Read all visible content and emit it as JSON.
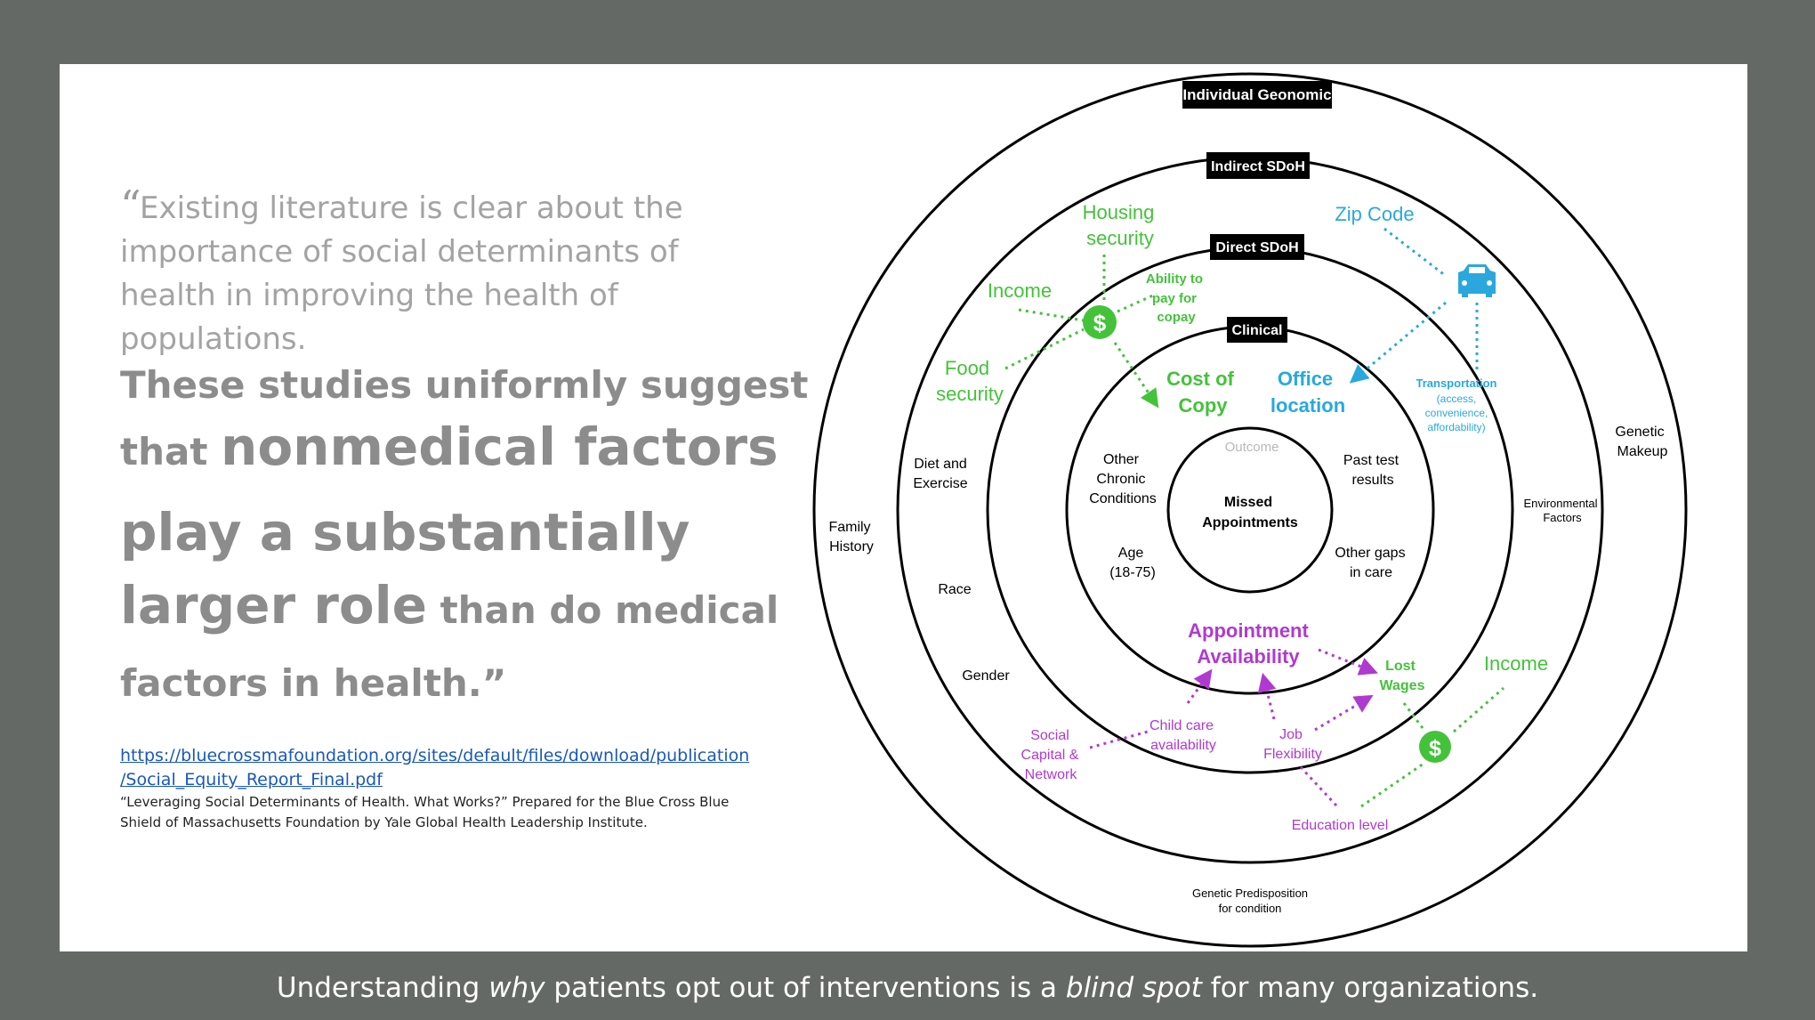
{
  "quote": {
    "open_mark": "“",
    "para1": "Existing literature is clear about the importance of social determinants of health in improving the health of populations.",
    "line1": "These studies uniformly suggest",
    "line2_small": "that ",
    "line2_big": "nonmedical factors",
    "line3": "play a substantially",
    "line4_big": "larger role",
    "line4_small": " than do medical",
    "line5": "factors in health.”"
  },
  "link": {
    "line1": "https://bluecrossmafoundation.org/sites/default/files/download/publication",
    "line2": "/Social_Equity_Report_Final.pdf"
  },
  "citation": {
    "quoted_title": "“Leveraging Social Determinants of Health. What Works?”",
    "rest": " Prepared for the Blue Cross Blue Shield of Massachusetts Foundation by Yale Global Health Leadership Institute."
  },
  "caption": {
    "part1": "Understanding ",
    "em1": "why",
    "part2": " patients opt out of interventions is a ",
    "em2": "blind spot",
    "part3": " for many organizations."
  },
  "diagram": {
    "ring_tags": {
      "individual": "Individual  Geonomic",
      "indirect": "Indirect SDoH",
      "direct": "Direct SDoH",
      "clinical": "Clinical"
    },
    "center": {
      "outcome_label": "Outcome",
      "line1": "Missed",
      "line2": "Appointments"
    },
    "clinical": {
      "other_chronic": [
        "Other",
        "Chronic",
        "Conditions"
      ],
      "past_test": [
        "Past test",
        "results"
      ],
      "age": [
        "Age",
        "(18-75)"
      ],
      "other_gaps": [
        "Other gaps",
        "in care"
      ],
      "cost_of_copy": [
        "Cost of",
        "Copy"
      ],
      "office_location": [
        "Office",
        "location"
      ],
      "appointment_availability": [
        "Appointment",
        "Availability"
      ]
    },
    "direct": {
      "ability_to_pay": [
        "Ability to",
        "pay for",
        "copay"
      ],
      "transportation": [
        "Transportation",
        "(access,",
        "convenience,",
        "affordability)"
      ],
      "lost_wages": [
        "Lost",
        "Wages"
      ],
      "child_care": [
        "Child care",
        "availability"
      ],
      "job_flex": [
        "Job",
        "Flexibility"
      ]
    },
    "indirect": {
      "housing": [
        "Housing",
        "security"
      ],
      "income_top": "Income",
      "food": [
        "Food",
        "security"
      ],
      "zip_code": "Zip Code",
      "diet": [
        "Diet and",
        "Exercise"
      ],
      "race": "Race",
      "gender": "Gender",
      "social_capital": [
        "Social",
        "Capital &",
        "Network"
      ],
      "education": "Education level",
      "income_bottom": "Income",
      "environmental": [
        "Environmental",
        "Factors"
      ]
    },
    "individual": {
      "family_history": [
        "Family",
        "History"
      ],
      "genetic_makeup": [
        "Genetic",
        "Makeup"
      ],
      "genetic_predisposition": [
        "Genetic Predisposition",
        "for condition"
      ]
    },
    "icons": {
      "dollar_glyph": "$"
    },
    "colors": {
      "green": "#44c23a",
      "blue": "#2aa8dd",
      "purple": "#b03ad0",
      "black": "#000000",
      "grey": "#b8b8b8"
    }
  }
}
